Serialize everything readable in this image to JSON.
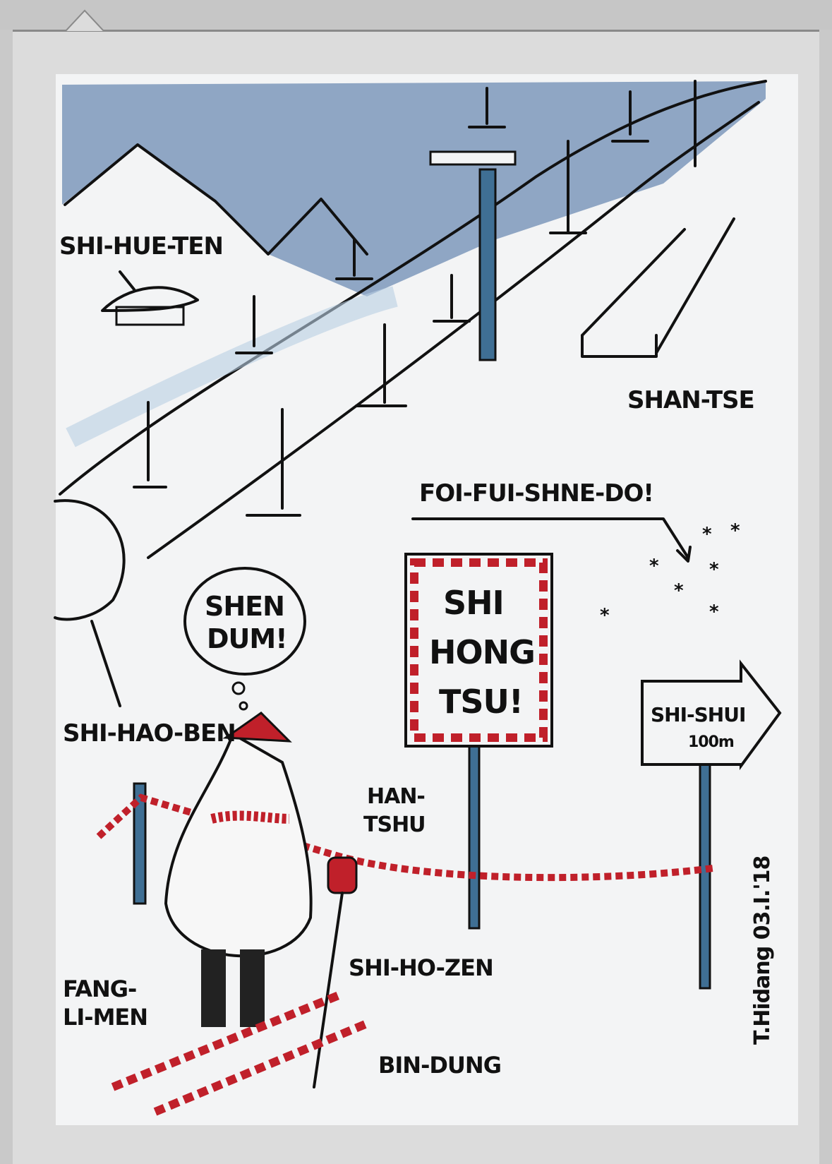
{
  "cartoon": {
    "labels": {
      "hut": "SHI-HUE-TEN",
      "jump": "SHAN-TSE",
      "snow": "FOI-FUI-SHNE-DO!",
      "thought_1": "SHEN",
      "thought_2": "DUM!",
      "hat": "SHI-HAO-BEN",
      "glove_1": "HAN-",
      "glove_2": "TSHU",
      "pants": "SHI-HO-ZEN",
      "boots_1": "FANG-",
      "boots_2": "LI-MEN",
      "binding": "BIN-DUNG"
    },
    "warning_sign": {
      "line1": "SHI",
      "line2": "HONG",
      "line3": "TSU!"
    },
    "direction_sign": {
      "line1": "SHI-SHUI",
      "line2": "100m"
    },
    "signature": "T.Hidang 03.I.'18"
  },
  "colors": {
    "sky": "#8fa6c4",
    "pole": "#3f6f94",
    "stripe": "#c0202a",
    "paper": "#f3f4f5"
  }
}
